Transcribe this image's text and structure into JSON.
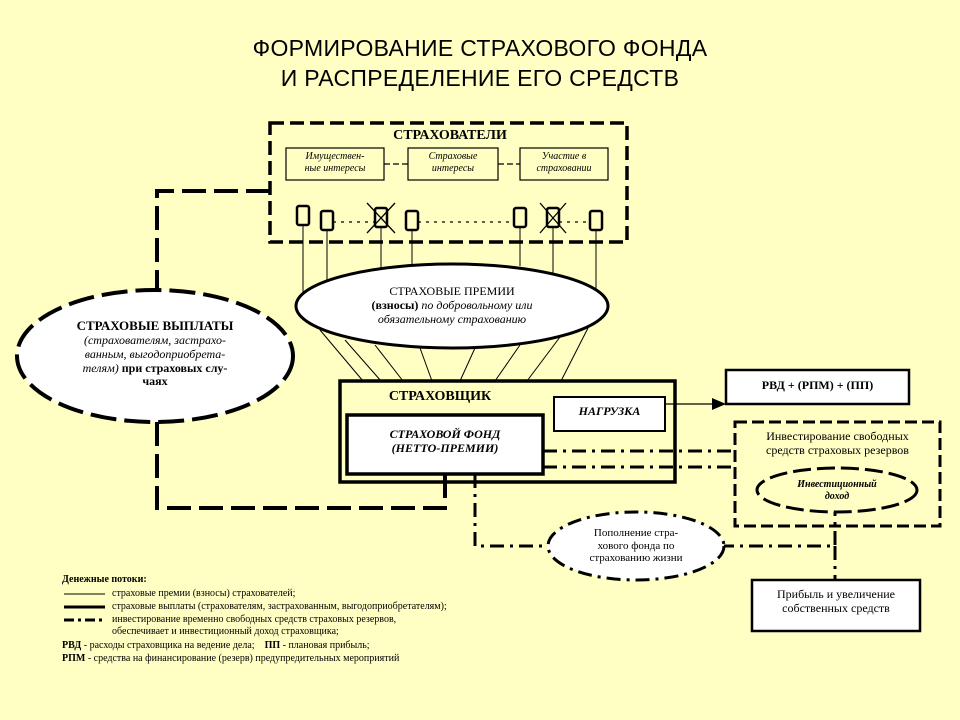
{
  "title": {
    "line1": "ФОРМИРОВАНИЕ СТРАХОВОГО ФОНДА",
    "line2": "И РАСПРЕДЕЛЕНИЕ ЕГО СРЕДСТВ"
  },
  "strakhovateli": {
    "heading": "СТРАХОВАТЕЛИ",
    "box1": [
      "Имуществен-",
      "ные интересы"
    ],
    "box2": [
      "Страховые",
      "интересы"
    ],
    "box3": [
      "Участие в",
      "страховании"
    ]
  },
  "premii": {
    "line1": "СТРАХОВЫЕ ПРЕМИИ",
    "line2_bold": "(взносы)",
    "line2_rest": " по добровольному или",
    "line3": "обязательному страхованию"
  },
  "vyplaty": {
    "line1": "СТРАХОВЫЕ ВЫПЛАТЫ",
    "line2": "(страхователям, застрахо-",
    "line3": "ванным, выгодоприобрета-",
    "line4_italic": "телям)",
    "line4_bold": " при страховых слу-",
    "line5": "чаях"
  },
  "strakhovshchik": {
    "label": "СТРАХОВЩИК"
  },
  "nagruzka": {
    "label": "НАГРУЗКА"
  },
  "fond": {
    "line1": "СТРАХОВОЙ ФОНД",
    "line2": "(НЕТТО-ПРЕМИИ)"
  },
  "rvd": {
    "label": "РВД + (РПМ) + (ПП)"
  },
  "investirovanie": {
    "line1": "Инвестирование свободных",
    "line2": "средств страховых резервов",
    "doxod1": "Инвестиционный",
    "doxod2": "доход"
  },
  "popolnenie": {
    "line1": "Пополнение стра-",
    "line2": "хового фонда по",
    "line3": "страхованию жизни"
  },
  "pribyl": {
    "line1": "Прибыль и увеличение",
    "line2": "собственных средств"
  },
  "legend": {
    "heading": "Денежные потоки:",
    "item1": "страховые премии (взносы) страхователей;",
    "item2": "страховые выплаты (страхователям, застрахованным, выгодоприобретателям);",
    "item3a": "инвестирование временно свободных средств страховых резервов,",
    "item3b": "обеспечивает и инвестиционный доход страховщика;",
    "rvd_abbr": "РВД",
    "rvd_text": " - расходы страховщика на ведение дела;",
    "pp_abbr": "ПП",
    "pp_text": " - плановая прибыль;",
    "rpm_abbr": "РПМ",
    "rpm_text": " - средства на финансирование (резерв) предупредительных мероприятий"
  }
}
